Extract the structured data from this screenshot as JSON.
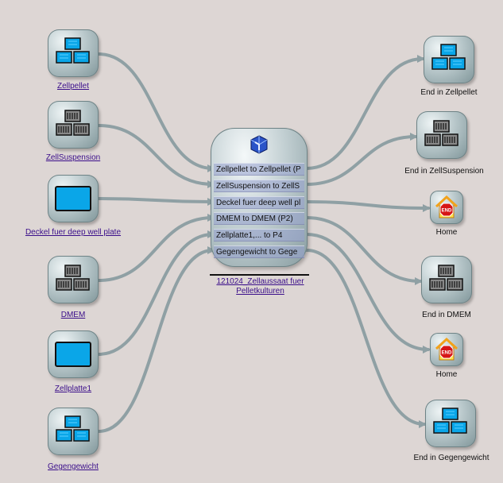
{
  "hub": {
    "title": "121024_Zellaussaat fuer Pelletkulturen",
    "rows": [
      "Zellpellet to Zellpellet (P",
      "ZellSuspension to ZellS",
      "Deckel fuer deep well pl",
      "DMEM to DMEM (P2)",
      "Zellplatte1,... to P4",
      "Gegengewicht to Gege"
    ]
  },
  "inputs": [
    {
      "label": "Zellpellet",
      "icon": "plate-stack-icon"
    },
    {
      "label": "ZellSuspension",
      "icon": "rack-stack-icon"
    },
    {
      "label": "Deckel fuer deep well plate",
      "icon": "lid-icon"
    },
    {
      "label": "DMEM",
      "icon": "rack-stack-icon"
    },
    {
      "label": "Zellplatte1",
      "icon": "lid-icon"
    },
    {
      "label": "Gegengewicht",
      "icon": "plate-stack-icon"
    }
  ],
  "outputs": [
    {
      "label": "End in Zellpellet",
      "icon": "plate-stack-icon"
    },
    {
      "label": "End in ZellSuspension",
      "icon": "rack-stack-icon"
    },
    {
      "label": "Home",
      "icon": "home-end-icon"
    },
    {
      "label": "End in DMEM",
      "icon": "rack-stack-icon"
    },
    {
      "label": "Home",
      "icon": "home-end-icon"
    },
    {
      "label": "End in Gegengewicht",
      "icon": "plate-stack-icon"
    }
  ],
  "home_sign": "END",
  "colors": {
    "background": "#ddd6d4",
    "wire": "#8fa0a4",
    "link": "#3a0e8a",
    "plate_blue": "#0aa6e8"
  }
}
